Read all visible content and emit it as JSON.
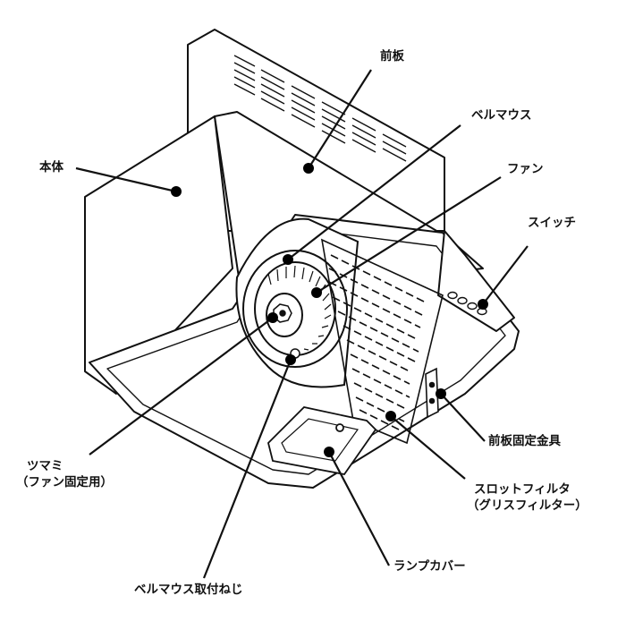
{
  "diagram": {
    "labels": {
      "front_panel": "前板",
      "bell_mouth": "ベルマウス",
      "body": "本体",
      "fan": "ファン",
      "switch": "スイッチ",
      "knob_line1": "ツマミ",
      "knob_line2": "（ファン固定用）",
      "front_panel_bracket": "前板固定金具",
      "slot_filter_line1": "スロットフィルタ",
      "slot_filter_line2": "（グリスフィルター）",
      "lamp_cover": "ランプカバー",
      "bell_mouth_screw": "ベルマウス取付ねじ"
    },
    "colors": {
      "line": "#111111",
      "fill": "#ffffff",
      "dot": "#000000"
    }
  }
}
